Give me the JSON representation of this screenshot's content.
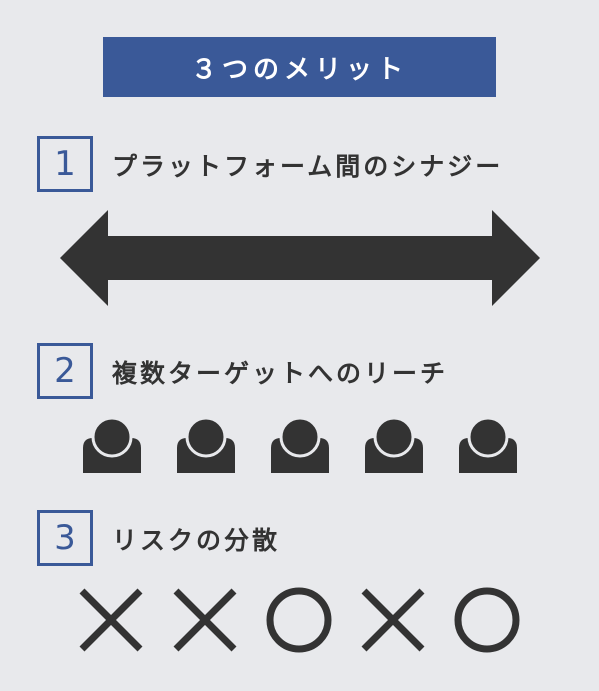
{
  "title": "３つのメリット",
  "colors": {
    "background": "#e8e9ec",
    "accent": "#3a5998",
    "dark": "#333333"
  },
  "sections": [
    {
      "number": "1",
      "heading": "プラットフォーム間のシナジー",
      "visual": "double-arrow-icon"
    },
    {
      "number": "2",
      "heading": "複数ターゲットへのリーチ",
      "visual": "person-icon",
      "count": 5
    },
    {
      "number": "3",
      "heading": "リスクの分散",
      "visual": "marks",
      "marks": [
        "cross",
        "cross",
        "circle",
        "cross",
        "circle"
      ]
    }
  ]
}
